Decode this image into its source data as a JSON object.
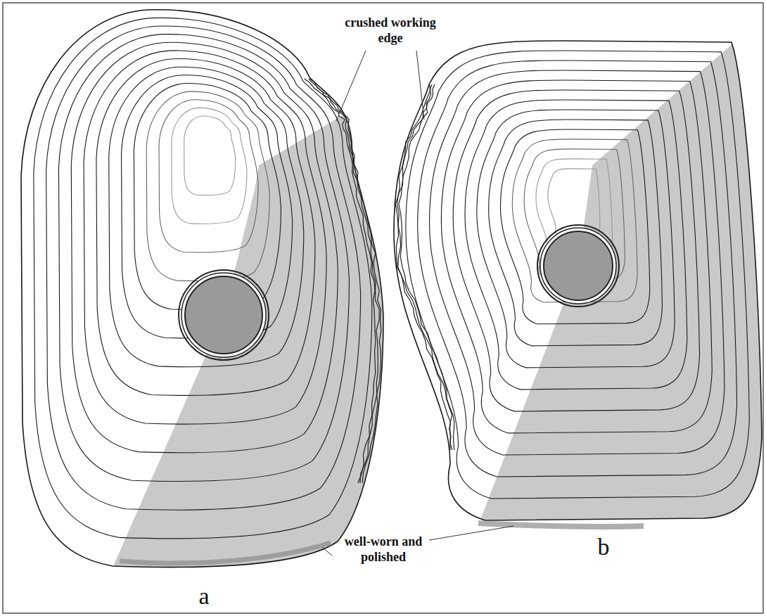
{
  "diagram": {
    "labels": [
      "crushed working edge",
      "well-worn and polished",
      "a",
      "b"
    ]
  }
}
